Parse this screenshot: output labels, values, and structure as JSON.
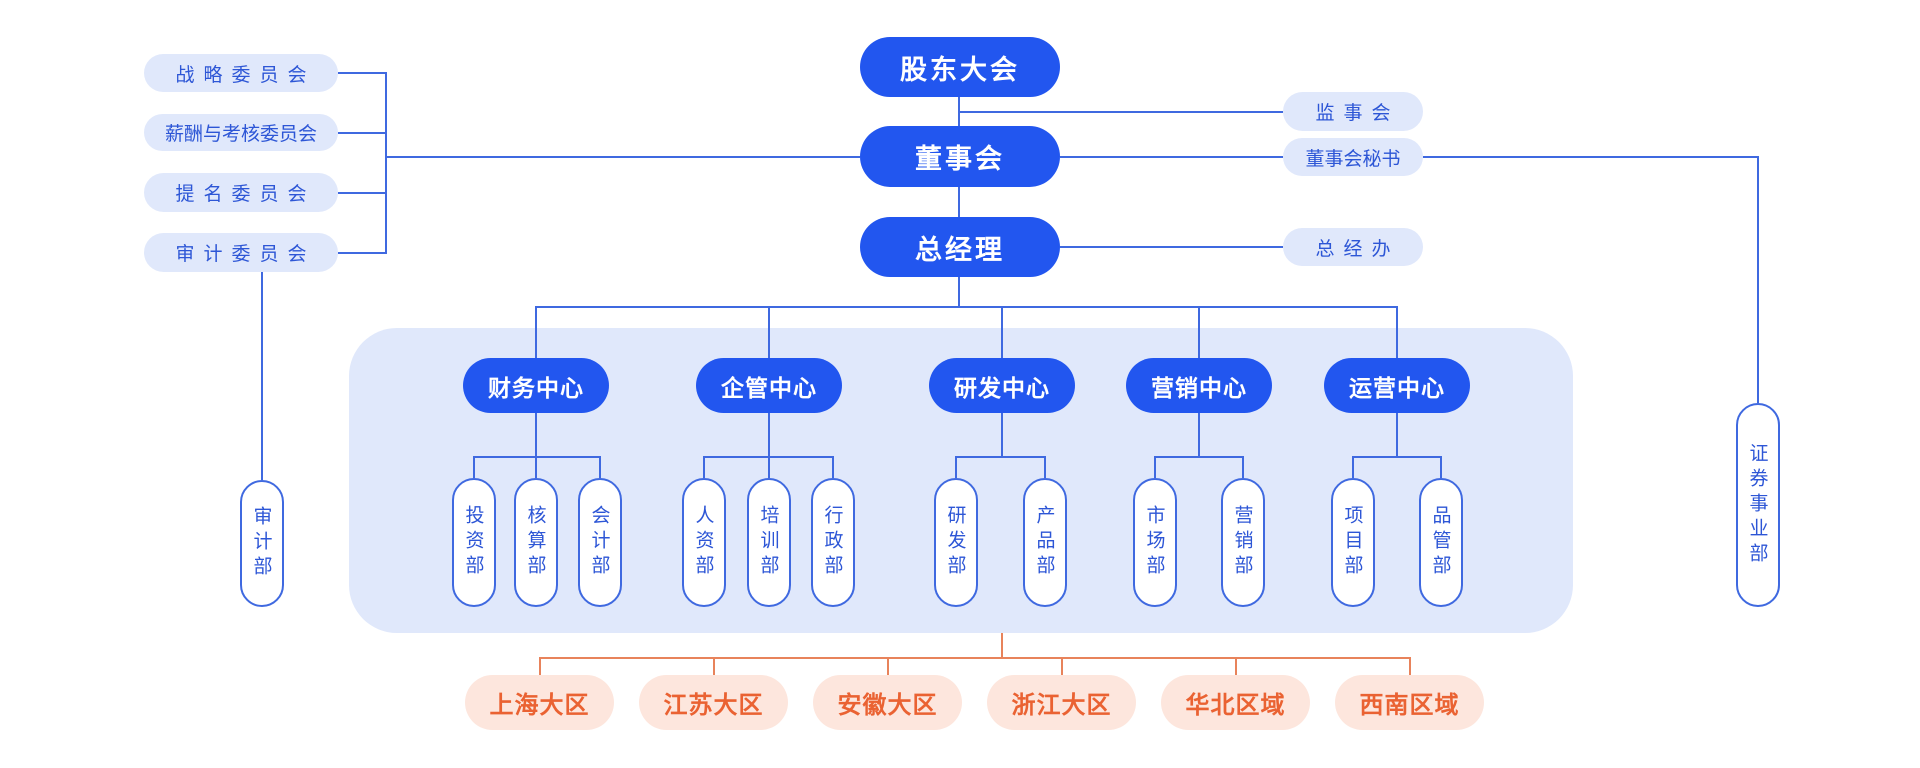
{
  "title": "公司组织架构图",
  "colors": {
    "primary": "#2256ef",
    "line": "#3f69e0",
    "panel": "#e0e8fb",
    "region_bg": "#fde6dd",
    "region_text": "#ea6232",
    "region_line": "#e8835b"
  },
  "top": {
    "shareholders": "股东大会",
    "board": "董事会",
    "gm": "总经理"
  },
  "right_nodes": {
    "supervisors": "监事会",
    "board_secretary": "董事会秘书",
    "gm_office": "总经办",
    "securities": "证券事业部"
  },
  "committees": [
    "战略委员会",
    "薪酬与考核委员会",
    "提名委员会",
    "审计委员会"
  ],
  "audit_dept": "审计部",
  "centers": [
    {
      "name": "财务中心",
      "depts": [
        "投资部",
        "核算部",
        "会计部"
      ]
    },
    {
      "name": "企管中心",
      "depts": [
        "人资部",
        "培训部",
        "行政部"
      ]
    },
    {
      "name": "研发中心",
      "depts": [
        "研发部",
        "产品部"
      ]
    },
    {
      "name": "营销中心",
      "depts": [
        "市场部",
        "营销部"
      ]
    },
    {
      "name": "运营中心",
      "depts": [
        "项目部",
        "品管部"
      ]
    }
  ],
  "regions": [
    "上海大区",
    "江苏大区",
    "安徽大区",
    "浙江大区",
    "华北区域",
    "西南区域"
  ]
}
